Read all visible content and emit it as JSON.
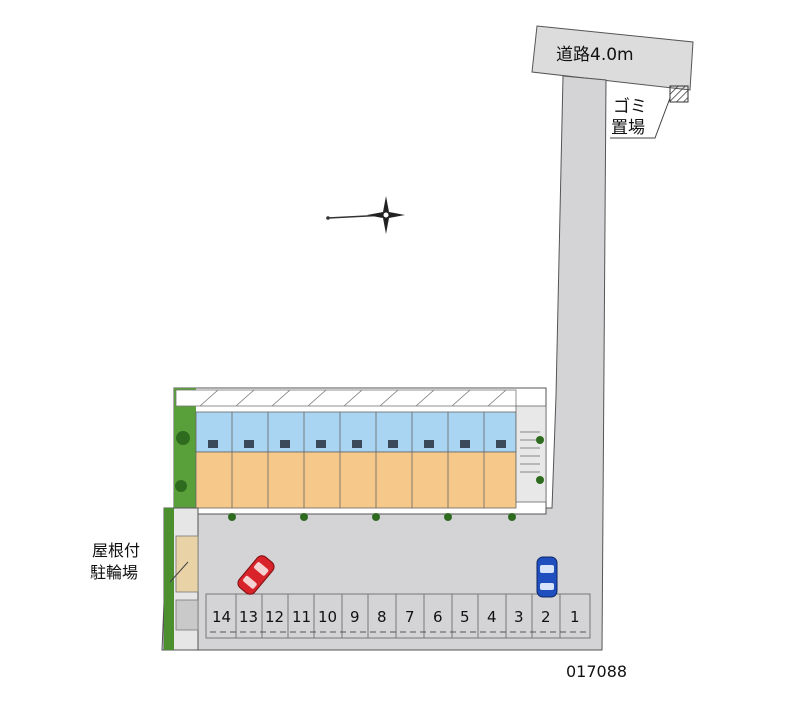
{
  "road_label": "道路4.0m",
  "garbage_label": [
    "ゴミ",
    "置場"
  ],
  "bike_parking_label": [
    "屋根付",
    "駐輪場"
  ],
  "parking_numbers": [
    "14",
    "13",
    "12",
    "11",
    "10",
    "9",
    "8",
    "7",
    "6",
    "5",
    "4",
    "3",
    "2",
    "1"
  ],
  "occupied_spaces": [
    "13",
    "2"
  ],
  "property_code": "017088",
  "icons": {
    "compass": "compass-rose-icon",
    "car_red": "red-car-icon",
    "car_blue": "blue-car-icon"
  },
  "colors": {
    "lot": "#d4d4d6",
    "units_blue": "#a9d4f2",
    "units_orange": "#f6c98a",
    "green": "#4c8f2e",
    "car_red": "#d8232a",
    "car_blue": "#1f4fbf"
  }
}
